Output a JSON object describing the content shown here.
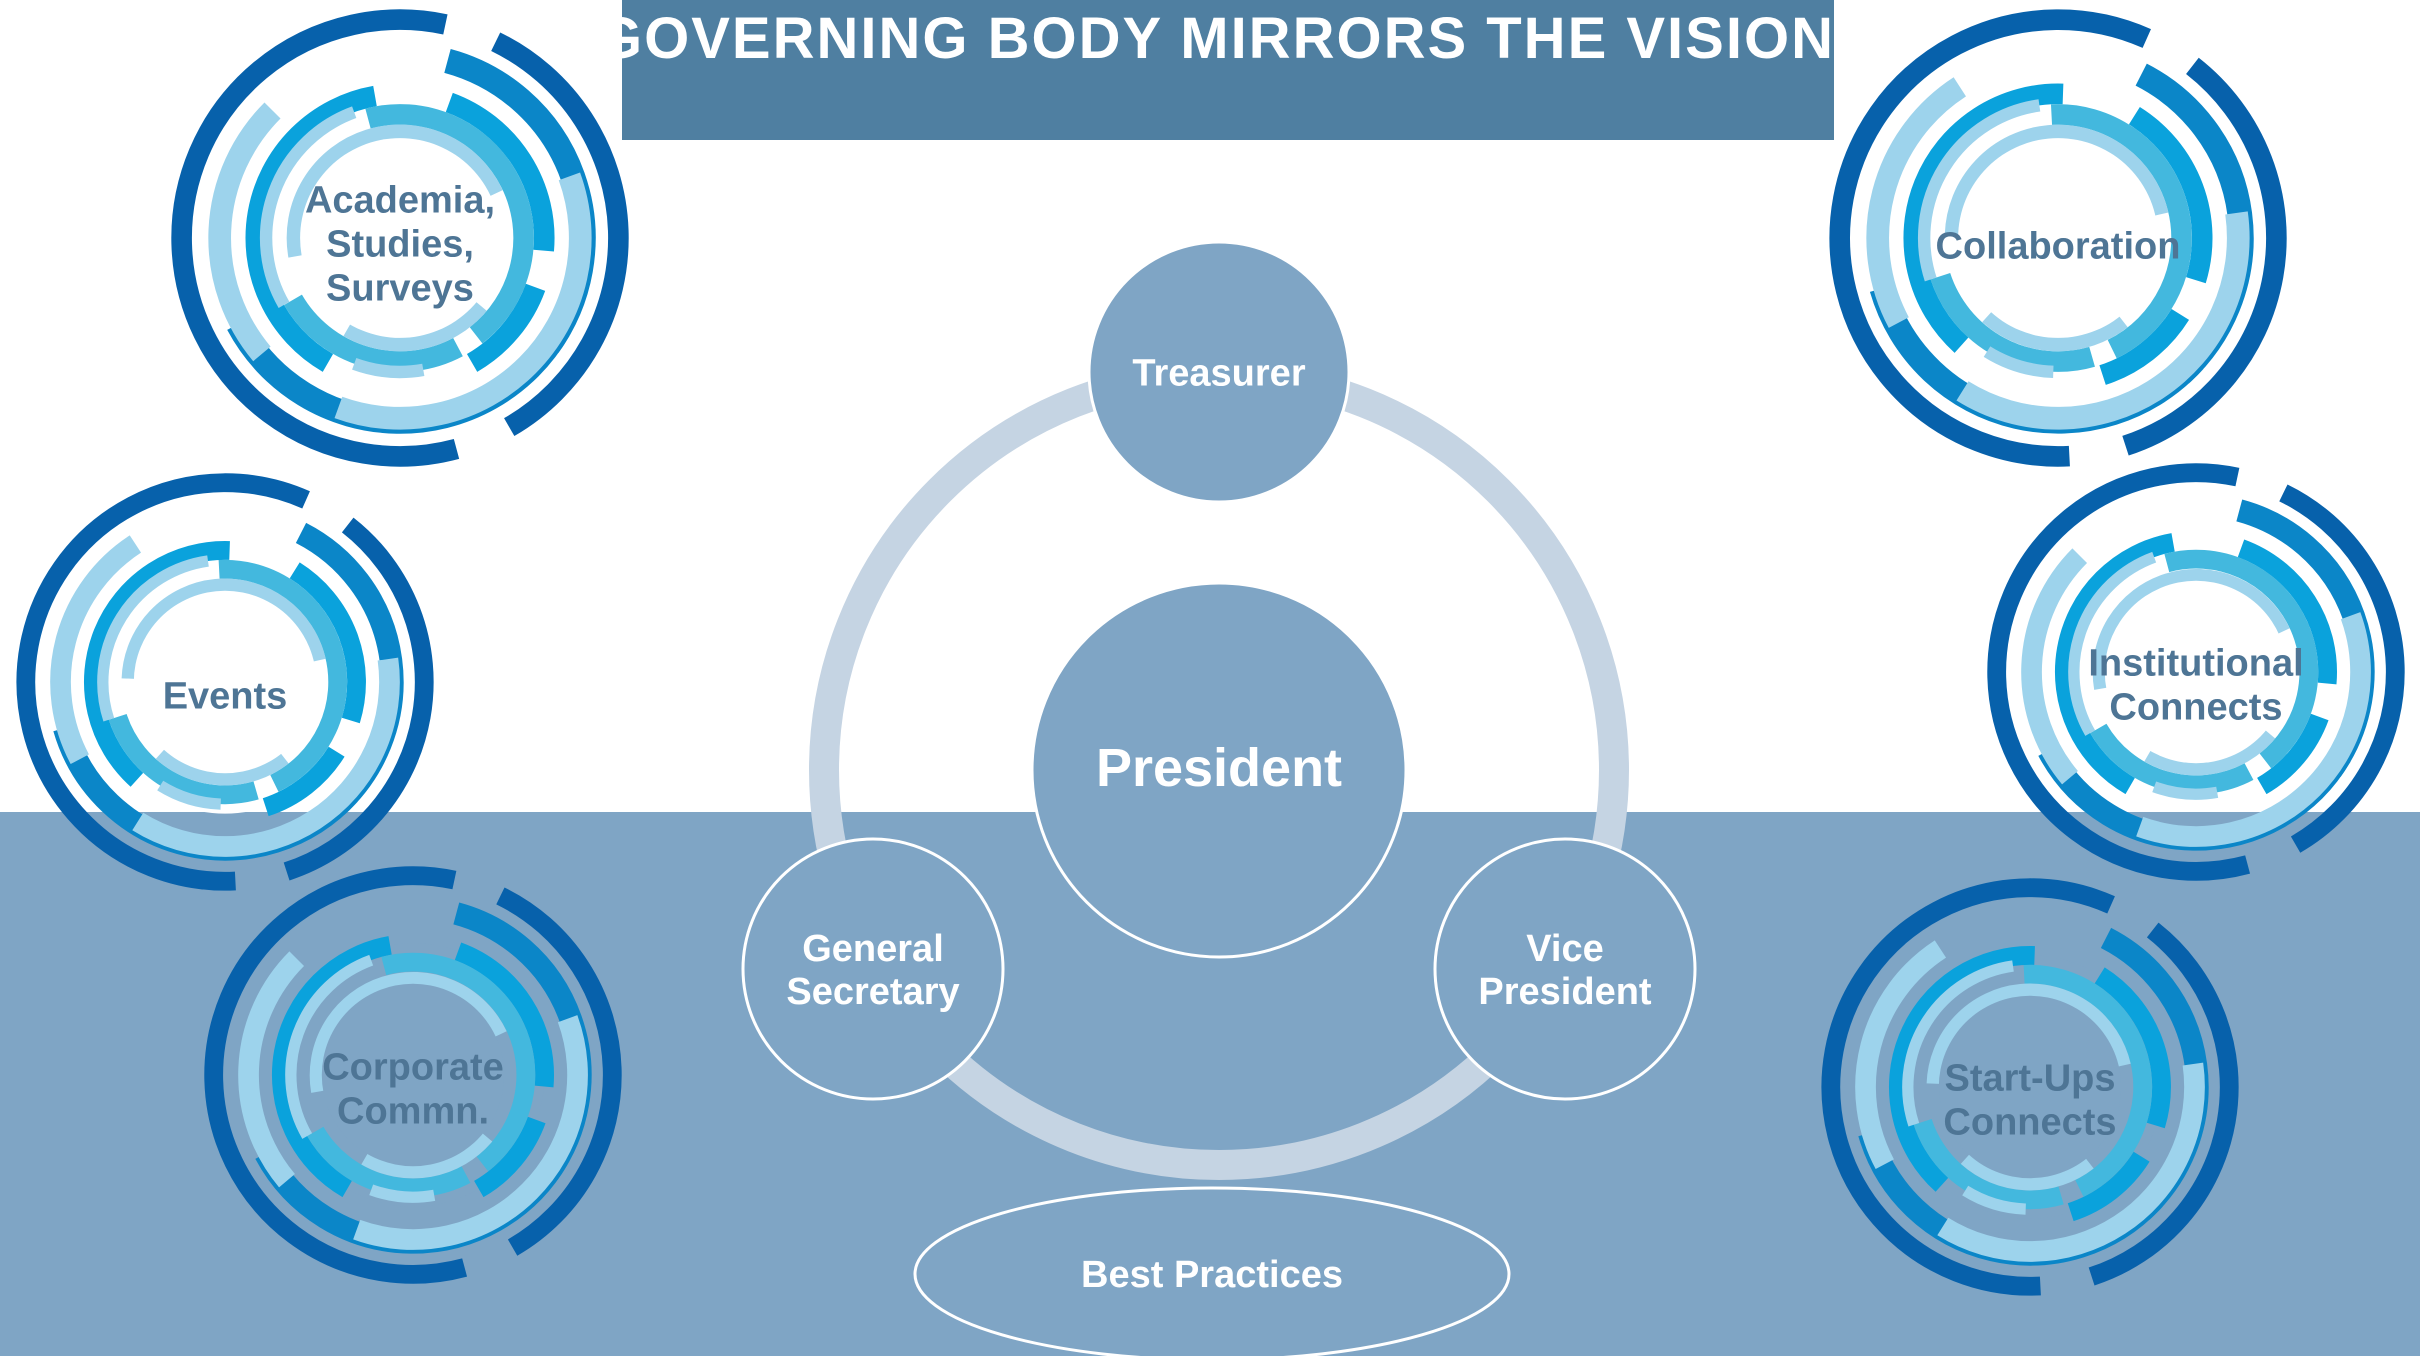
{
  "title": "GOVERNING BODY MIRRORS THE VISION",
  "colors": {
    "background_top": "#ffffff",
    "background_bottom": "#7fa5c5",
    "title_bar": "#4f7fa1",
    "node_fill": "#7fa5c5",
    "ring_track": "#c5d4e3",
    "label_dark": "#4e7595",
    "ring_dark_blue": "#0761ab",
    "ring_blue": "#0b86c8",
    "ring_bright": "#0aa2dc",
    "ring_cyan": "#43b8de",
    "ring_light": "#9dd3ec"
  },
  "center": {
    "label": "President"
  },
  "roles": [
    {
      "id": "treasurer",
      "lines": [
        "Treasurer"
      ]
    },
    {
      "id": "general-secretary",
      "lines": [
        "General",
        "Secretary"
      ]
    },
    {
      "id": "vice-president",
      "lines": [
        "Vice",
        "President"
      ]
    }
  ],
  "best_practices": {
    "label": "Best Practices"
  },
  "functions": [
    {
      "id": "academia",
      "lines": [
        "Academia,",
        "Studies,",
        "Surveys"
      ]
    },
    {
      "id": "events",
      "lines": [
        "Events"
      ]
    },
    {
      "id": "corporate",
      "lines": [
        "Corporate",
        "Commn."
      ]
    },
    {
      "id": "collaboration",
      "lines": [
        "Collaboration"
      ]
    },
    {
      "id": "institutional",
      "lines": [
        "Institutional",
        "Connects"
      ]
    },
    {
      "id": "startups",
      "lines": [
        "Start-Ups",
        "Connects"
      ]
    }
  ]
}
